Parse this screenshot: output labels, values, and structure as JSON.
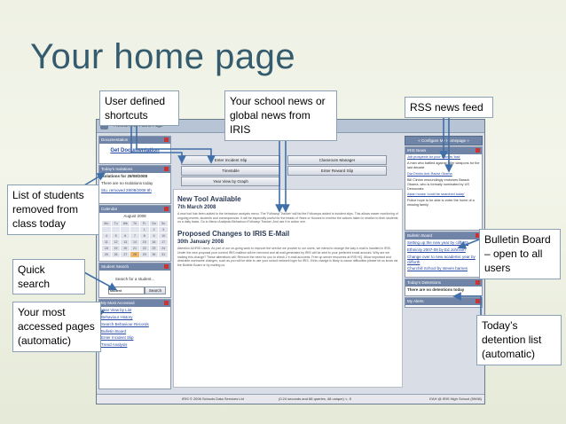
{
  "slide": {
    "title": "Your home page"
  },
  "callouts": {
    "user_defined": "User defined shortcuts",
    "school_news": "Your school news or global news from IRIS",
    "rss": "RSS news feed",
    "isolations": "List of students removed from class today",
    "quick_search": "Quick search",
    "recent_pages": "Your most accessed pages (automatic)",
    "bulletin": "Bulletin Board – open to all users",
    "detention": "Today’s detention list (automatic)"
  },
  "app": {
    "breadcrumb": "« Menu » My Home Page",
    "configure": "« Configure My Homepage »",
    "documentation": {
      "header": "Documentation",
      "link": "Get Documentation"
    },
    "isolations": {
      "header": "Today's Isolations",
      "title": "Isolations for 28/08/2008",
      "line1": "There are no Isolations today",
      "line2": "Stu. removed 28/08/2008 6h"
    },
    "calendar": {
      "header": "Calendar",
      "month": "August 2008",
      "days": [
        "Mo",
        "Tu",
        "We",
        "Th",
        "Fr",
        "Sa",
        "Su",
        "",
        "",
        "",
        "",
        "1",
        "2",
        "3",
        "4",
        "5",
        "6",
        "7",
        "8",
        "9",
        "10",
        "11",
        "12",
        "13",
        "14",
        "15",
        "16",
        "17",
        "18",
        "19",
        "20",
        "21",
        "22",
        "23",
        "24",
        "25",
        "26",
        "27",
        "28",
        "29",
        "30",
        "31"
      ]
    },
    "student_search": {
      "header": "Student Search",
      "label": "Search for a student...",
      "value": "student",
      "button": "Search"
    },
    "recent": {
      "header": "My Most Accessed",
      "items": [
        "Year View by List",
        "Behaviour History",
        "Search Behaviour Records",
        "Bulletin Board",
        "Enter Incident Slip",
        "Trend Analysis"
      ]
    },
    "shortcuts": {
      "incident": "Enter Incident Slip",
      "classroom": "Classroom Manager",
      "timetable": "Timetable",
      "reward": "Enter Reward Slip",
      "year_view": "Year View by Graph"
    },
    "news": [
      {
        "title": "New Tool Available",
        "date": "7th March 2008",
        "body": "A new tool has been added to the behaviour analysis menu. The 'Followup Tracker' will list the Followups added to incident slips. This allows easier monitoring of ongoing events, students and consequences. It will be especially useful for the heads of Years or Houses to monitor the actions taken in relation to their students on a daily basis. Go to Menu>Analysis>Behaviour>Followup Tracker. And use it to action one."
      },
      {
        "title": "Proposed Changes to IRIS E-Mail",
        "date": "30th January 2008",
        "body": "Attention All IRIS Users. As part of our on-going work to improve the service we provide to our users, we intend to change the way e-mail is handled in IRIS. Under the new proposal your current IRIS mailbox will be removed and all mail generated by IRIS will be sent to your preferred email account. Why are we making this change? These alterations will: Remove the need for you to check 2 e-mail accounts. Free up server resources at IRIS HQ. Allow important and desirable username changes, such as you will be able to use your school network login for IRIS. If this change is likely to cause difficulties please let us know via the Bulletin Board or by mailing us."
      }
    ],
    "iris_news": {
      "header": "IRIS News",
      "items": [
        "Job prospects for poor leavers 'bad'",
        "A man who battled against killer weapons for the last decade",
        "Dar Drinks Anti-Racist Obama",
        "Bill Clinton resoundingly endorses Barack Obama, who is formally nominated by US Democrats",
        "Asian house 'could be searched today'",
        "Police hope to be able to enter the home of a missing family"
      ]
    },
    "bulletin": {
      "header": "Bulletin Board",
      "items": [
        "Setting up the new year by clifforth",
        "Ethnicity 2007-08 by Ed Johnson",
        "Change over to new academic year by clifforth",
        "Churchill School by steven barnes"
      ]
    },
    "detentions": {
      "header": "Today's Detentions",
      "text": "There are no detentions today"
    },
    "my_alerts": {
      "header": "My Alerts"
    },
    "footer": {
      "copyright": "IRIS © 2006 Schools Data Services Ltd",
      "stats": "(0.24 seconds and 88 queries, 48 unique) <- 5",
      "user": "EAH @ IRIS High School (59/08)"
    }
  },
  "colors": {
    "title": "#355b6e",
    "panel_header": "#6f84a6",
    "arrow": "#3e6fa8"
  }
}
